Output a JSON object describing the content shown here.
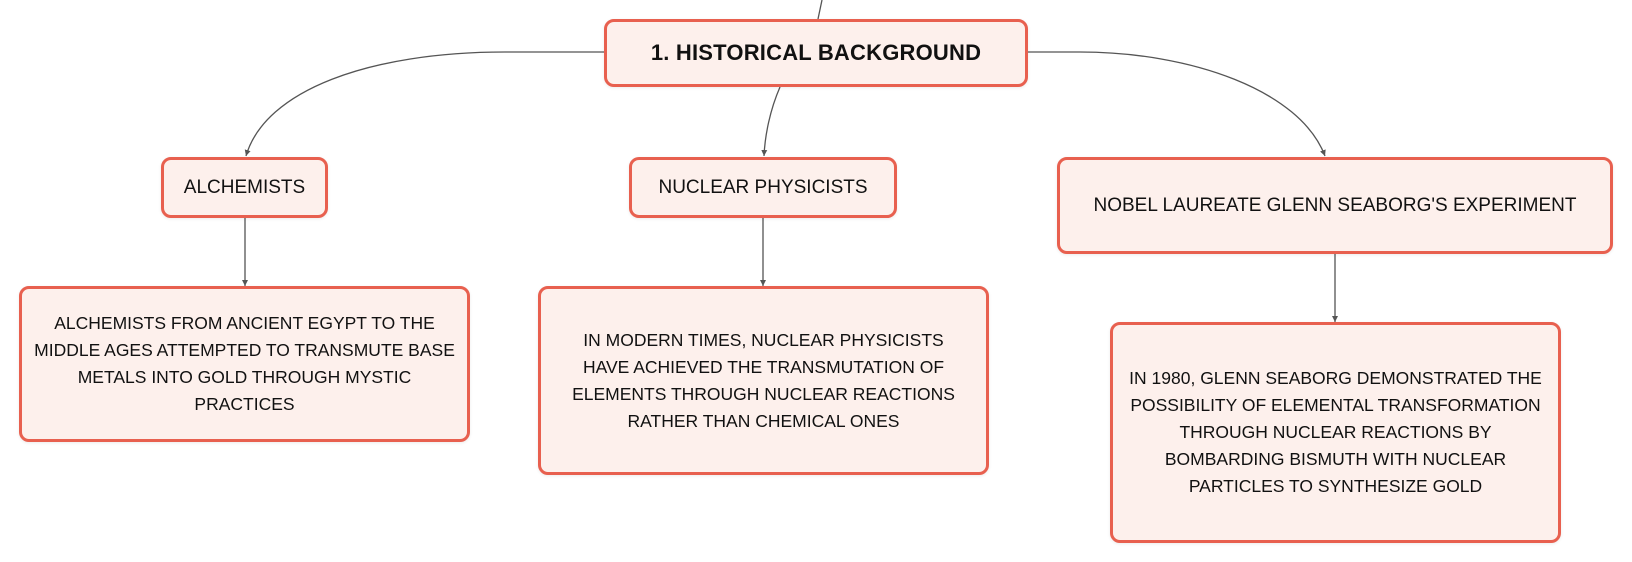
{
  "diagram": {
    "root": {
      "label": "1. HISTORICAL BACKGROUND"
    },
    "branches": [
      {
        "label": "ALCHEMISTS",
        "detail": "ALCHEMISTS FROM ANCIENT EGYPT TO THE MIDDLE AGES ATTEMPTED TO TRANSMUTE BASE METALS INTO GOLD THROUGH MYSTIC PRACTICES"
      },
      {
        "label": "NUCLEAR PHYSICISTS",
        "detail": "IN MODERN TIMES, NUCLEAR PHYSICISTS HAVE ACHIEVED THE TRANSMUTATION OF ELEMENTS THROUGH NUCLEAR REACTIONS RATHER THAN CHEMICAL ONES"
      },
      {
        "label": "NOBEL LAUREATE GLENN SEABORG'S EXPERIMENT",
        "detail": "IN 1980, GLENN SEABORG DEMONSTRATED THE POSSIBILITY OF ELEMENTAL TRANSFORMATION THROUGH NUCLEAR REACTIONS BY BOMBARDING BISMUTH WITH NUCLEAR PARTICLES TO SYNTHESIZE GOLD"
      }
    ]
  },
  "colors": {
    "border": "#e8604f",
    "fill": "#fdf0ec",
    "connector": "#555555",
    "text": "#111111"
  }
}
